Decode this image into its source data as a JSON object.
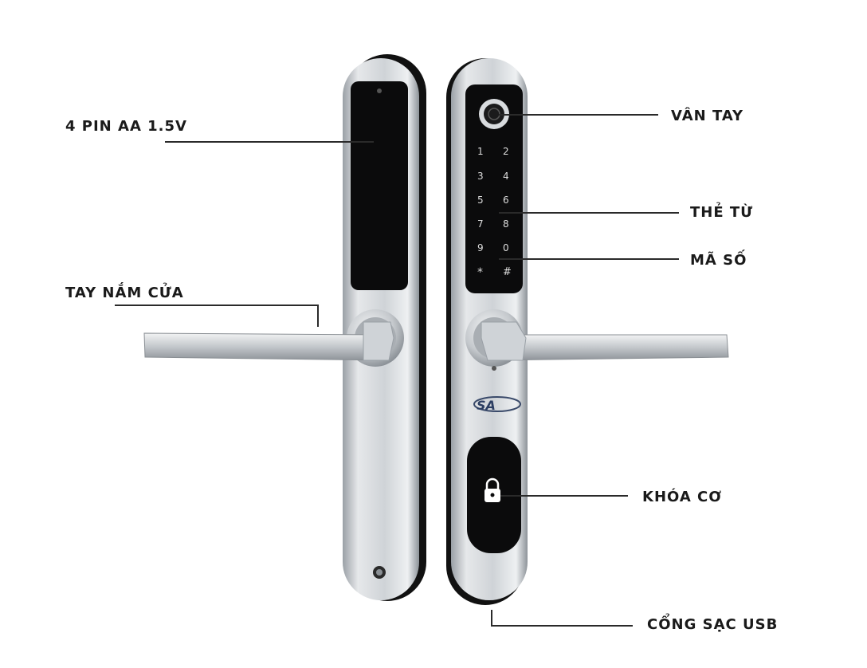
{
  "labels": {
    "battery": "4 PIN AA 1.5V",
    "handle": "TAY NẮM CỬA",
    "fingerprint": "VÂN TAY",
    "card": "THẺ TỪ",
    "passcode": "MÃ SỐ",
    "mechanical_key": "KHÓA CƠ",
    "usb_port": "CỔNG SẠC USB"
  },
  "keypad": {
    "keys": [
      "1",
      "2",
      "3",
      "4",
      "5",
      "6",
      "7",
      "8",
      "9",
      "0",
      "*",
      "#"
    ]
  },
  "colors": {
    "body_silver": "#c9cdd1",
    "panel_black": "#0b0b0c",
    "text": "#1a1a1a"
  },
  "icons": {
    "fingerprint": "fingerprint-sensor-icon",
    "lock": "padlock-icon",
    "brand": "brand-logo"
  }
}
